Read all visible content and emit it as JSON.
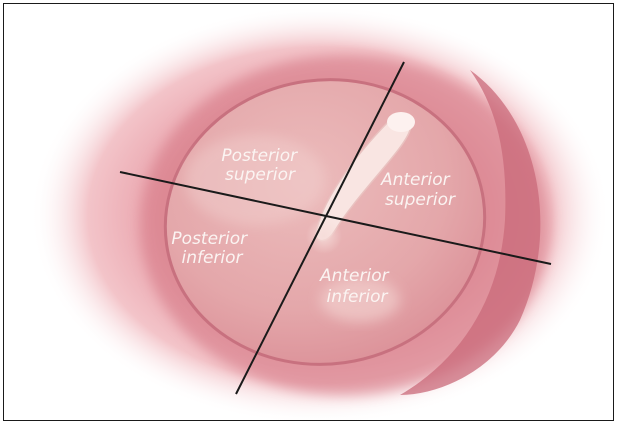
{
  "diagram": {
    "quadrant_labels": [
      {
        "line1": "Posterior",
        "line2": "superior"
      },
      {
        "line1": "Anterior",
        "line2": "superior"
      },
      {
        "line1": "Posterior",
        "line2": "inferior"
      },
      {
        "line1": "Anterior",
        "line2": "inferior"
      }
    ]
  },
  "colors": {
    "canal_outer": "#f0b3b9",
    "canal_inner": "#dd7f8c",
    "membrane": "#e7b2b3",
    "malleus": "#fbeae8",
    "division_lines": "#1a1a1a"
  }
}
